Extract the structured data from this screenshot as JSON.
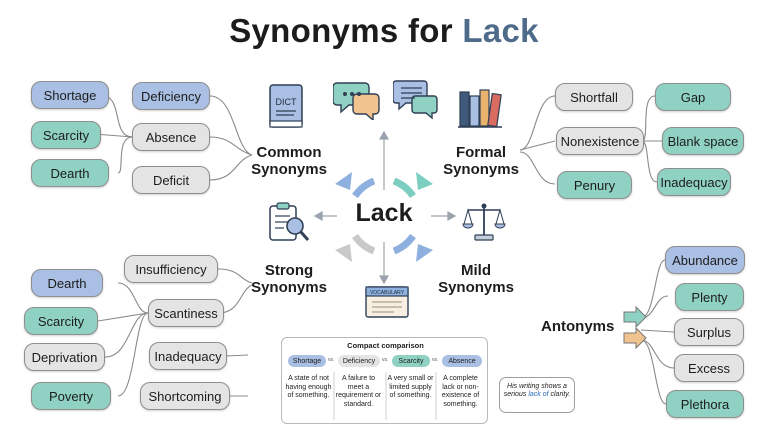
{
  "title": {
    "prefix": "Synonyms for",
    "word": "Lack"
  },
  "center": "Lack",
  "common": {
    "heading": "Common Synonyms",
    "line1": "Common",
    "line2": "Synonyms",
    "items": [
      "Shortage",
      "Deficiency",
      "Scarcity",
      "Absence",
      "Dearth",
      "Deficit"
    ]
  },
  "formal": {
    "line1": "Formal",
    "line2": "Synonyms",
    "items": [
      "Shortfall",
      "Gap",
      "Nonexistence",
      "Blank space",
      "Penury",
      "Inadequacy"
    ]
  },
  "strong": {
    "line1": "Strong",
    "line2": "Synonyms",
    "items": [
      "Insufficiency",
      "Dearth",
      "Scantiness",
      "Scarcity",
      "Deprivation",
      "Inadequacy",
      "Poverty",
      "Shortcoming"
    ]
  },
  "mild": {
    "line1": "Mild",
    "line2": "Synonyms"
  },
  "antonyms": {
    "heading": "Antonyms",
    "items": [
      "Abundance",
      "Plenty",
      "Surplus",
      "Excess",
      "Plethora"
    ]
  },
  "icons": {
    "dict_label": "DICT",
    "vocab_label": "VOCABULARY",
    "names": [
      "dictionary-icon",
      "chat-bubbles-icon",
      "speech-bubbles-icon",
      "books-icon",
      "clipboard-magnifier-icon",
      "balance-scale-icon",
      "vocabulary-book-icon"
    ]
  },
  "comparison": {
    "title": "Compact comparison",
    "vs": "vs.",
    "terms": [
      "Shortage",
      "Deficiency",
      "Scarcity",
      "Absence"
    ],
    "definitions": [
      "A state of not having enough of something.",
      "A failure to meet a requirement or standard.",
      "A very small or limited supply of something.",
      "A complete lack or non-existence of something."
    ]
  },
  "example": {
    "before": "His writing shows a serious",
    "highlight": "lack of",
    "after": "clarity."
  },
  "colors": {
    "blue": "#a9bfe3",
    "teal": "#8fd1c2",
    "gray": "#e4e4e4",
    "title_accent": "#4f6b8a",
    "arrow_blue": "#8eb0de",
    "arrow_teal": "#7ccfc0"
  }
}
